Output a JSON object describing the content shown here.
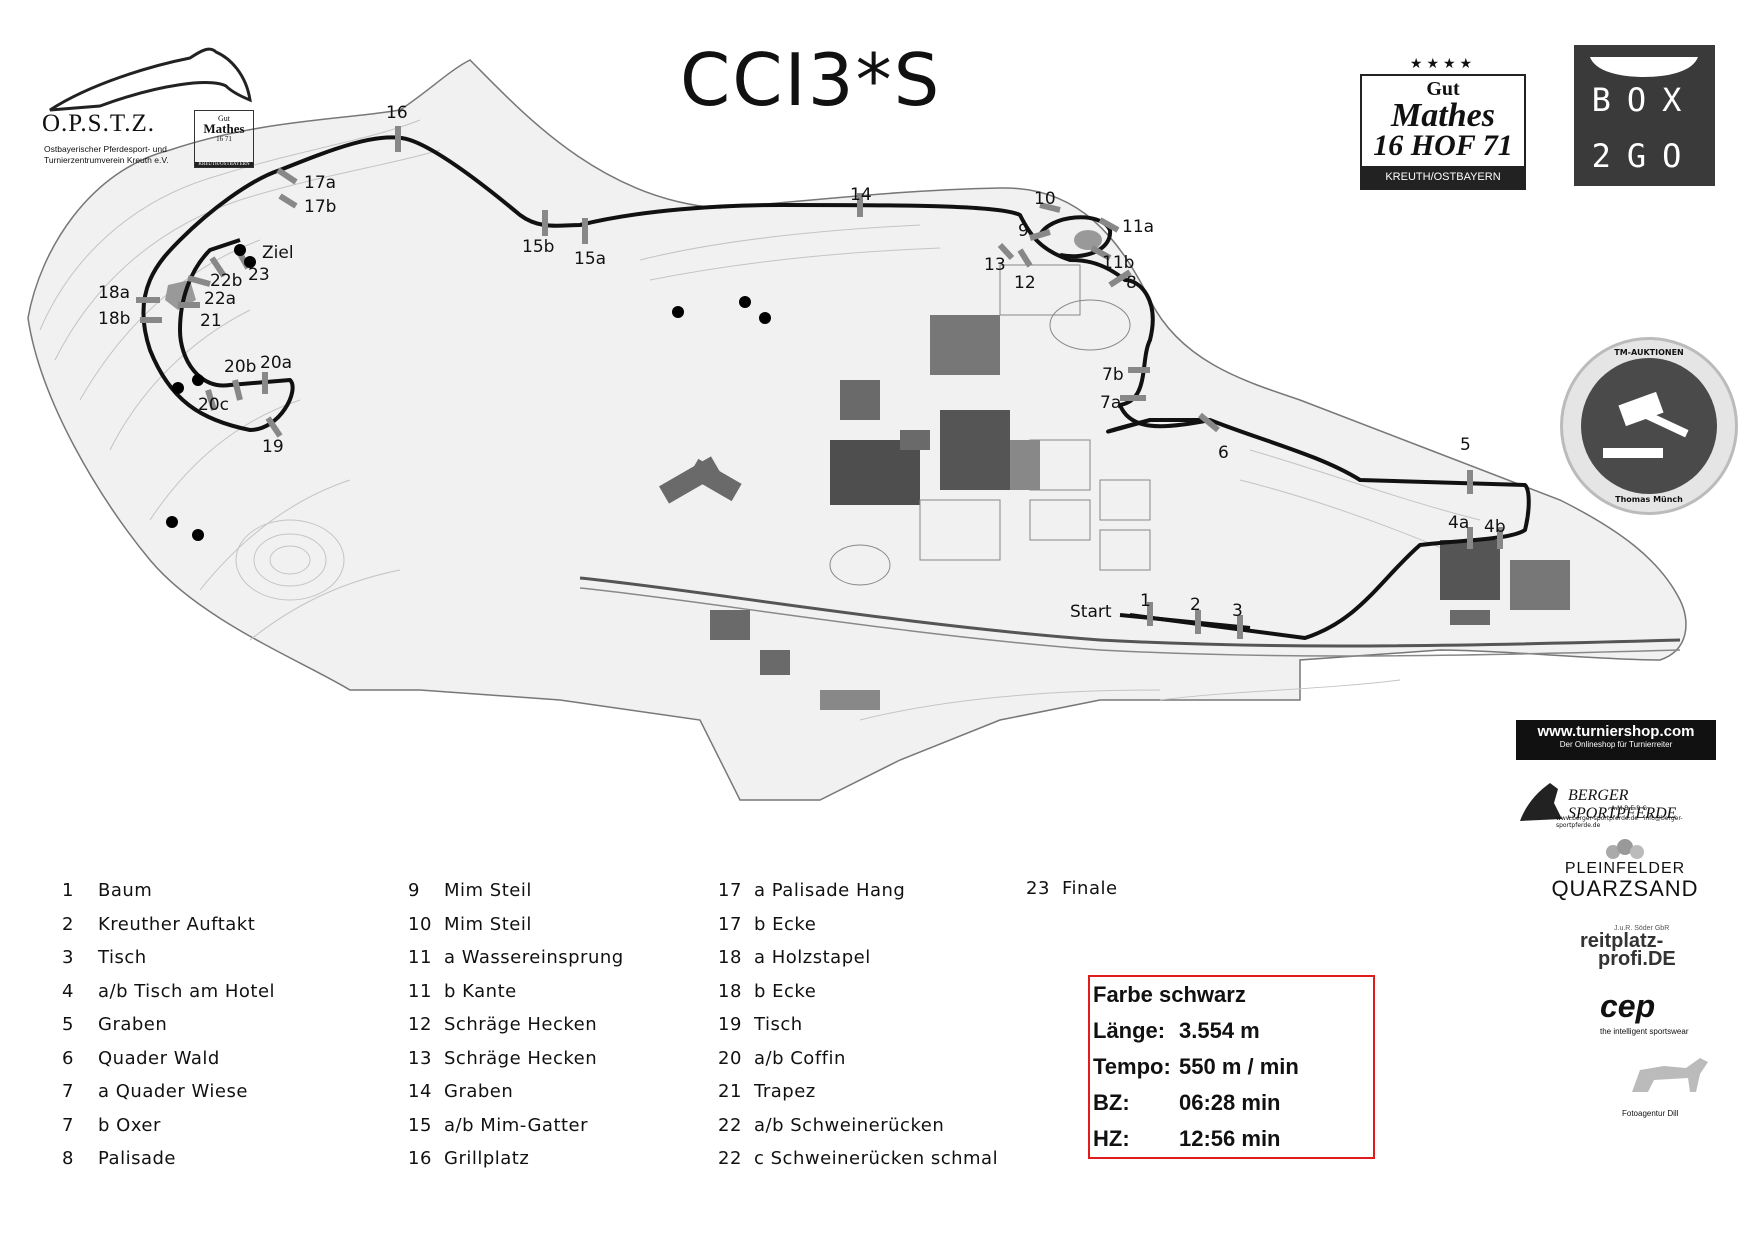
{
  "title": "CCI3*S",
  "logos": {
    "opstz": {
      "brand": "O.P.S.T.Z.",
      "sub1": "Ostbayerischer Pferdesport- und",
      "sub2": "Turnierzentrumverein Kreuth e.V.",
      "mini": [
        "Gut",
        "Mathes",
        "16  71",
        "KREUTH/OSTBAYERN"
      ]
    },
    "gut_mathes": {
      "line1": "Gut",
      "line2": "Mathes",
      "line3": "16 HOF 71",
      "line4": "KREUTH/OSTBAYERN"
    },
    "box2go": {
      "line1": "BOX",
      "line2": "2GO"
    },
    "tm": {
      "top": "TM-AUKTIONEN",
      "bottom": "Thomas Münch"
    },
    "turniershop": {
      "url": "www.turniershop.com",
      "tagline": "Der Onlineshop für Turnierreiter"
    },
    "berger": {
      "name": "BERGER SPORTPFERDE",
      "place": "AMBERG",
      "url": "www.berger-sportpferde.de · info@berger-sportpferde.de"
    },
    "quarzsand": {
      "line1": "PLEINFELDER",
      "line2": "QUARZSAND"
    },
    "reitplatz": {
      "company": "J.u.R. Söder GbR",
      "line1": "reitplatz-",
      "line2": "profi.DE"
    },
    "cep": {
      "name": "cep",
      "tagline": "the intelligent sportswear"
    },
    "foto": {
      "name": "Fotoagentur Dill"
    }
  },
  "map": {
    "start_label": "Start",
    "finish_label": "Ziel",
    "obstacles": [
      {
        "id": "1",
        "label": "1"
      },
      {
        "id": "2",
        "label": "2"
      },
      {
        "id": "3",
        "label": "3"
      },
      {
        "id": "4a",
        "label": "4a"
      },
      {
        "id": "4b",
        "label": "4b"
      },
      {
        "id": "5",
        "label": "5"
      },
      {
        "id": "6",
        "label": "6"
      },
      {
        "id": "7a",
        "label": "7a"
      },
      {
        "id": "7b",
        "label": "7b"
      },
      {
        "id": "8",
        "label": "8"
      },
      {
        "id": "9",
        "label": "9"
      },
      {
        "id": "10",
        "label": "10"
      },
      {
        "id": "11a",
        "label": "11a"
      },
      {
        "id": "11b",
        "label": "11b"
      },
      {
        "id": "12",
        "label": "12"
      },
      {
        "id": "13",
        "label": "13"
      },
      {
        "id": "14",
        "label": "14"
      },
      {
        "id": "15a",
        "label": "15a"
      },
      {
        "id": "15b",
        "label": "15b"
      },
      {
        "id": "16",
        "label": "16"
      },
      {
        "id": "17a",
        "label": "17a"
      },
      {
        "id": "17b",
        "label": "17b"
      },
      {
        "id": "18a",
        "label": "18a"
      },
      {
        "id": "18b",
        "label": "18b"
      },
      {
        "id": "19",
        "label": "19"
      },
      {
        "id": "20a",
        "label": "20a"
      },
      {
        "id": "20b",
        "label": "20b"
      },
      {
        "id": "20c",
        "label": "20c"
      },
      {
        "id": "21",
        "label": "21"
      },
      {
        "id": "22a",
        "label": "22a"
      },
      {
        "id": "22b",
        "label": "22b"
      },
      {
        "id": "23",
        "label": "23"
      }
    ]
  },
  "legend": {
    "col1": [
      {
        "num": "1",
        "text": "Baum"
      },
      {
        "num": "2",
        "text": "Kreuther Auftakt"
      },
      {
        "num": "3",
        "text": "Tisch"
      },
      {
        "num": "4",
        "text": "a/b Tisch am Hotel"
      },
      {
        "num": "5",
        "text": "Graben"
      },
      {
        "num": "6",
        "text": "Quader Wald"
      },
      {
        "num": "7",
        "text": "a Quader Wiese"
      },
      {
        "num": "7",
        "text": "b Oxer"
      },
      {
        "num": "8",
        "text": "Palisade"
      }
    ],
    "col2": [
      {
        "num": "9",
        "text": "Mim Steil"
      },
      {
        "num": "10",
        "text": "Mim Steil"
      },
      {
        "num": "11",
        "text": "a Wassereinsprung"
      },
      {
        "num": "11",
        "text": "b Kante"
      },
      {
        "num": "12",
        "text": "Schräge Hecken"
      },
      {
        "num": "13",
        "text": "Schräge Hecken"
      },
      {
        "num": "14",
        "text": "Graben"
      },
      {
        "num": "15",
        "text": "a/b Mim-Gatter"
      },
      {
        "num": "16",
        "text": "Grillplatz"
      }
    ],
    "col3": [
      {
        "num": "17",
        "text": "a Palisade Hang"
      },
      {
        "num": "17",
        "text": "b Ecke"
      },
      {
        "num": "18",
        "text": "a Holzstapel"
      },
      {
        "num": "18",
        "text": "b Ecke"
      },
      {
        "num": "19",
        "text": "Tisch"
      },
      {
        "num": "20",
        "text": "a/b Coffin"
      },
      {
        "num": "21",
        "text": "Trapez"
      },
      {
        "num": "22",
        "text": "a/b Schweinerücken"
      },
      {
        "num": "22",
        "text": "c Schweinerücken schmal"
      }
    ],
    "col4": [
      {
        "num": "23",
        "text": "Finale"
      }
    ]
  },
  "info": {
    "farbe": "Farbe schwarz",
    "laenge_label": "Länge:",
    "laenge_value": "3.554 m",
    "tempo_label": "Tempo:",
    "tempo_value": "550 m / min",
    "bz_label": "BZ:",
    "bz_value": "06:28 min",
    "hz_label": "HZ:",
    "hz_value": "12:56 min",
    "border_color": "#e01c1c"
  }
}
